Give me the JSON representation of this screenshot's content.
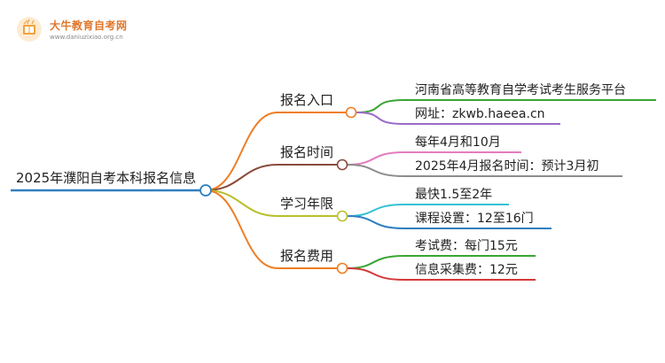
{
  "logo": {
    "name": "大牛教育自考网",
    "url": "www.daniuzixiao.org.cn"
  },
  "root": {
    "label": "2025年濮阳自考本科报名信息",
    "color": "#2f7fc1"
  },
  "branches": [
    {
      "label": "报名入口",
      "color": "#ef7d22",
      "children": [
        {
          "label": "河南省高等教育自学考试考生服务平台",
          "color": "#3aa535"
        },
        {
          "label": "网址：zkwb.haeea.cn",
          "color": "#9b6bc7"
        }
      ]
    },
    {
      "label": "报名时间",
      "color": "#8a4b3c",
      "children": [
        {
          "label": "每年4月和10月",
          "color": "#e47bbe"
        },
        {
          "label": "2025年4月报名时间：预计3月初",
          "color": "#8d8d8d"
        }
      ]
    },
    {
      "label": "学习年限",
      "color": "#b9bf2a",
      "children": [
        {
          "label": "最快1.5至2年",
          "color": "#34c1d4"
        },
        {
          "label": "课程设置：12至16门",
          "color": "#2f7fc1"
        }
      ]
    },
    {
      "label": "报名费用",
      "color": "#ef7d22",
      "children": [
        {
          "label": "考试费：每门15元",
          "color": "#3aa535"
        },
        {
          "label": "信息采集费：12元",
          "color": "#d33a3a"
        }
      ]
    }
  ]
}
